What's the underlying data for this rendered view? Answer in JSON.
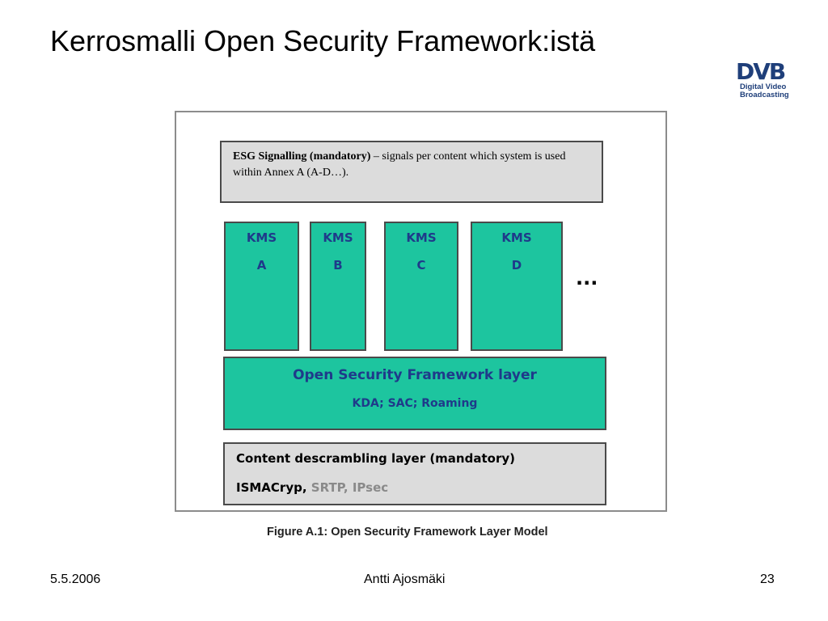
{
  "slide": {
    "title": "Kerrosmalli Open Security Framework:istä"
  },
  "logo": {
    "mark": "DVB",
    "line1": "Digital Video",
    "line2": "Broadcasting",
    "brand_color": "#1f3f7a"
  },
  "diagram": {
    "esg": {
      "bold_text": "ESG Signalling (mandatory)",
      "text": " – signals per content which system is used within Annex A (A-D…)."
    },
    "kms_blocks": [
      {
        "line1": "KMS",
        "line2": "A"
      },
      {
        "line1": "KMS",
        "line2": "B"
      },
      {
        "line1": "KMS",
        "line2": "C"
      },
      {
        "line1": "KMS",
        "line2": "D"
      }
    ],
    "ellipsis": "...",
    "osf_layer": {
      "title": "Open Security Framework layer",
      "subtitle": "KDA; SAC; Roaming"
    },
    "descrambling_layer": {
      "title": "Content descrambling layer (mandatory)",
      "item_main": "ISMACryp,",
      "item_grey": " SRTP, IPsec"
    },
    "caption": "Figure A.1: Open Security Framework Layer Model",
    "colors": {
      "teal": "#1dc59f",
      "grey_box": "#dcdcdc",
      "blue_text": "#1f3a8a"
    }
  },
  "footer": {
    "date": "5.5.2006",
    "author": "Antti Ajosmäki",
    "page": "23"
  }
}
